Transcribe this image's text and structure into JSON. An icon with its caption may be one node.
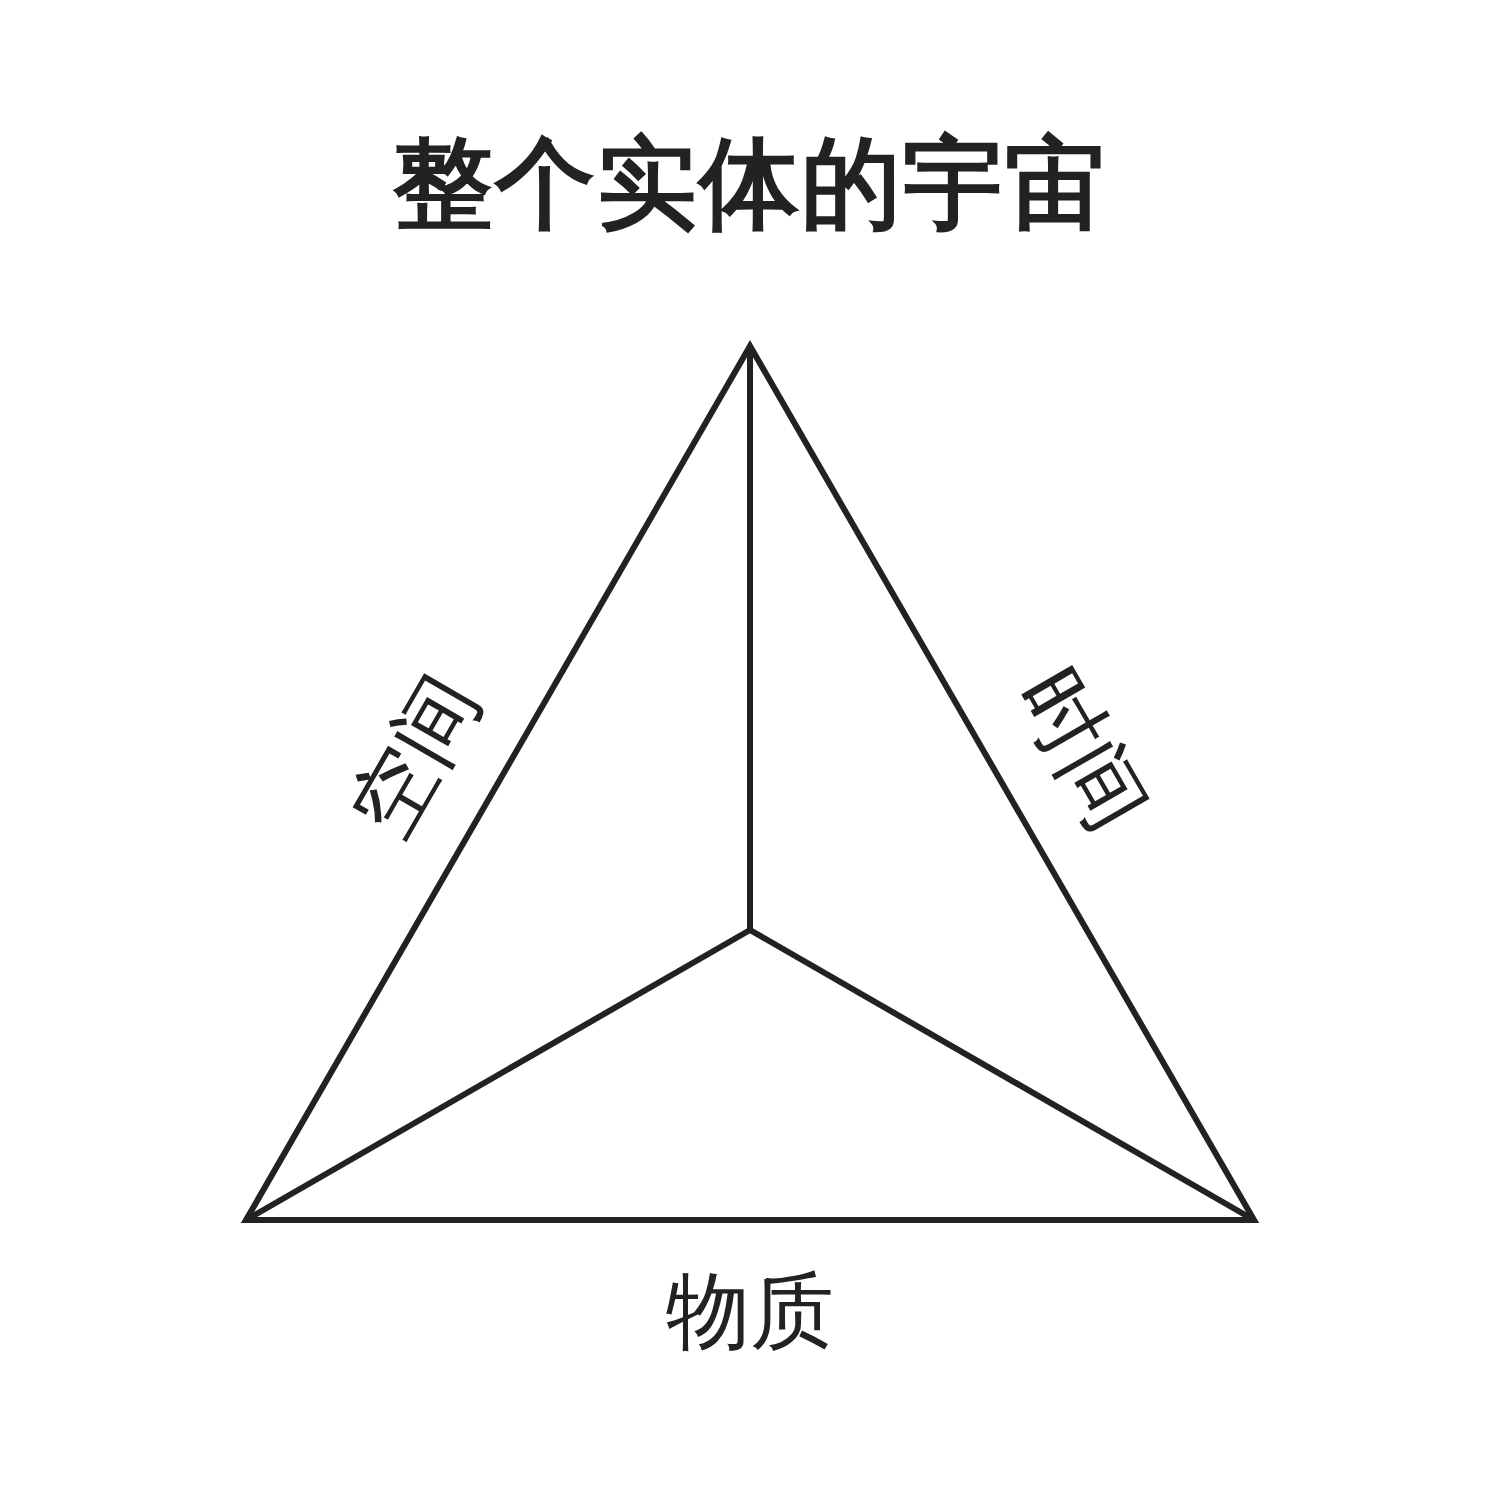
{
  "diagram": {
    "title": "整个实体的宇宙",
    "labels": [
      "空间",
      "时间",
      "物质"
    ]
  }
}
